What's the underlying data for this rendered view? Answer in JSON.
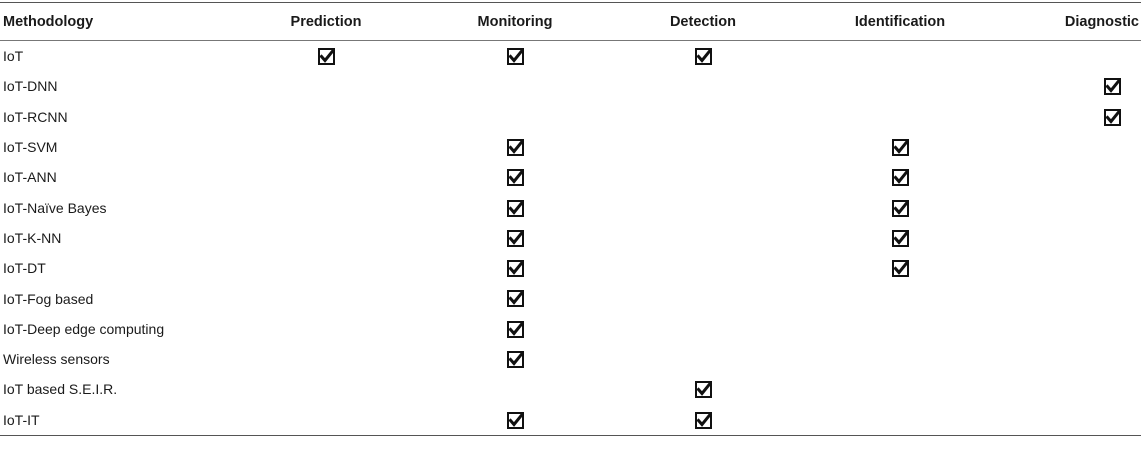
{
  "table": {
    "headers": [
      "Methodology",
      "Prediction",
      "Monitoring",
      "Detection",
      "Identification",
      "Diagnostic"
    ],
    "rows": [
      {
        "label": "IoT",
        "checks": [
          true,
          true,
          true,
          false,
          false
        ]
      },
      {
        "label": "IoT-DNN",
        "checks": [
          false,
          false,
          false,
          false,
          true
        ]
      },
      {
        "label": "IoT-RCNN",
        "checks": [
          false,
          false,
          false,
          false,
          true
        ]
      },
      {
        "label": "IoT-SVM",
        "checks": [
          false,
          true,
          false,
          true,
          false
        ]
      },
      {
        "label": "IoT-ANN",
        "checks": [
          false,
          true,
          false,
          true,
          false
        ]
      },
      {
        "label": "IoT-Naïve Bayes",
        "checks": [
          false,
          true,
          false,
          true,
          false
        ]
      },
      {
        "label": "IoT-K-NN",
        "checks": [
          false,
          true,
          false,
          true,
          false
        ]
      },
      {
        "label": "IoT-DT",
        "checks": [
          false,
          true,
          false,
          true,
          false
        ]
      },
      {
        "label": "IoT-Fog based",
        "checks": [
          false,
          true,
          false,
          false,
          false
        ]
      },
      {
        "label": "IoT-Deep edge computing",
        "checks": [
          false,
          true,
          false,
          false,
          false
        ]
      },
      {
        "label": "Wireless sensors",
        "checks": [
          false,
          true,
          false,
          false,
          false
        ]
      },
      {
        "label": "IoT based S.E.I.R.",
        "checks": [
          false,
          false,
          true,
          false,
          false
        ]
      },
      {
        "label": "IoT-IT",
        "checks": [
          false,
          true,
          true,
          false,
          false
        ]
      }
    ]
  },
  "icons": {
    "checked": "checkbox-checked-icon"
  },
  "colors": {
    "text": "#1a1a1a",
    "rule": "#555555"
  }
}
